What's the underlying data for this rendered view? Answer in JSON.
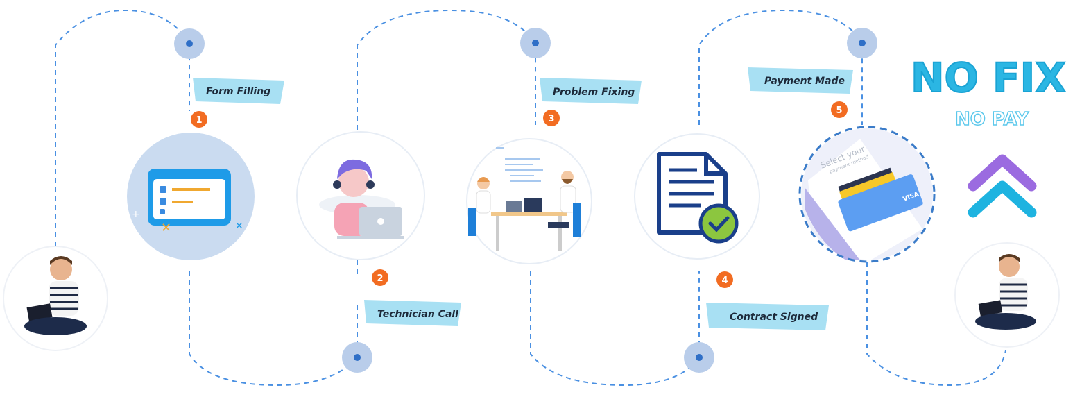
{
  "steps": [
    {
      "number": "1",
      "label": "Form Filling"
    },
    {
      "number": "2",
      "label": "Technician Call"
    },
    {
      "number": "3",
      "label": "Problem Fixing"
    },
    {
      "number": "4",
      "label": "Contract Signed"
    },
    {
      "number": "5",
      "label": "Payment Made"
    }
  ],
  "slogan": {
    "main": "NO FIX",
    "sub": "NO PAY"
  },
  "payment_card": {
    "heading": "Select your",
    "subheading": "payment method",
    "brand": "VISA"
  },
  "colors": {
    "path": "#4a90e2",
    "badge": "#f26c22",
    "label_bg": "#a8e0f3",
    "accent_purple": "#9b6be0",
    "accent_cyan": "#1eb3e0"
  }
}
